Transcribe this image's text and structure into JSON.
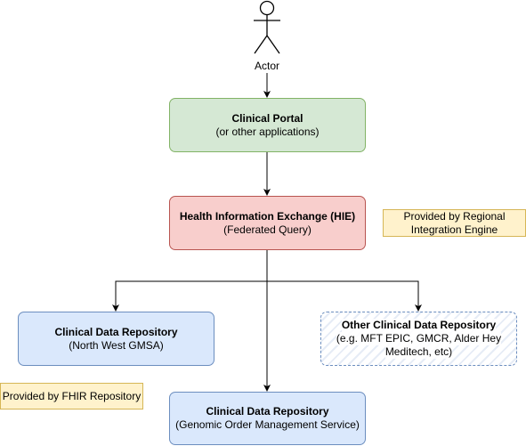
{
  "actor": {
    "label": "Actor"
  },
  "portal": {
    "title": "Clinical Portal",
    "subtitle": "(or other applications)"
  },
  "hie": {
    "title": "Health Information Exchange (HIE)",
    "subtitle": "(Federated Query)"
  },
  "hie_note": {
    "line1": "Provided by Regional",
    "line2": "Integration Engine"
  },
  "cdr_nw": {
    "title": "Clinical Data Repository",
    "subtitle": "(North West GMSA)"
  },
  "cdr_other": {
    "title": "Other Clinical Data Repository",
    "line2": "(e.g. MFT EPIC, GMCR, Alder Hey",
    "line3": "Meditech, etc)"
  },
  "fhir_note": {
    "text": "Provided by FHIR Repository"
  },
  "cdr_genomic": {
    "title": "Clinical Data Repository",
    "subtitle": "(Genomic Order Management Service)"
  },
  "colors": {
    "green_fill": "#d5e8d4",
    "green_stroke": "#82b366",
    "red_fill": "#f8cecc",
    "red_stroke": "#b85450",
    "blue_fill": "#dae8fc",
    "blue_stroke": "#6c8ebf",
    "note_fill": "#fff2cc",
    "note_stroke": "#d6b656"
  }
}
